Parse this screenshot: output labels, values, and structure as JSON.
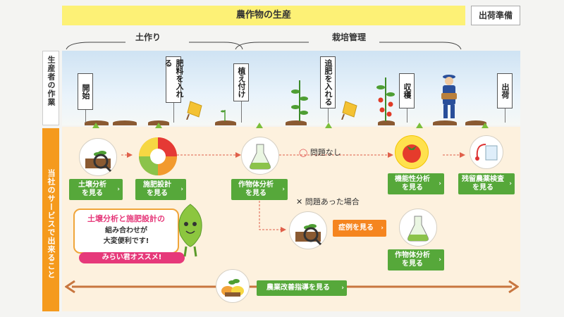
{
  "header": {
    "title": "農作物の生産",
    "shipping": "出荷準備"
  },
  "phases": {
    "soil": "土作り",
    "cultivation": "栽培管理"
  },
  "side_labels": {
    "producer": "生産者の作業",
    "services": "当社のサービスで出来ること"
  },
  "signs": {
    "start": "開始",
    "fertilize": "肥料を入れる",
    "plant": "植え付け",
    "topdress": "追肥を入れる",
    "harvest": "収穫",
    "ship": "出荷"
  },
  "buttons": {
    "soil_analysis": [
      "土壌分析",
      "を見る"
    ],
    "fertilizer_design": [
      "施肥設計",
      "を見る"
    ],
    "crop_analysis": [
      "作物体分析",
      "を見る"
    ],
    "functional_analysis": [
      "機能性分析",
      "を見る"
    ],
    "residual_pesticide": [
      "残留農薬検査",
      "を見る"
    ],
    "case_examples": "症例を見る",
    "crop_analysis_2": [
      "作物体分析",
      "を見る"
    ],
    "improvement": "農業改善指導を見る"
  },
  "flow": {
    "no_problem": "問題なし",
    "problem": "問題あった場合"
  },
  "bubble": {
    "line1": "土壌分析と施肥設計の",
    "line2": "組み合わせが",
    "line3": "大変便利です!",
    "badge": "みらい君オススメ!"
  },
  "colors": {
    "header_yellow": "#fdf176",
    "service_orange": "#f59a1d",
    "button_green": "#56a83a",
    "button_orange": "#f5851f",
    "arrow_brown": "#c8763f"
  }
}
